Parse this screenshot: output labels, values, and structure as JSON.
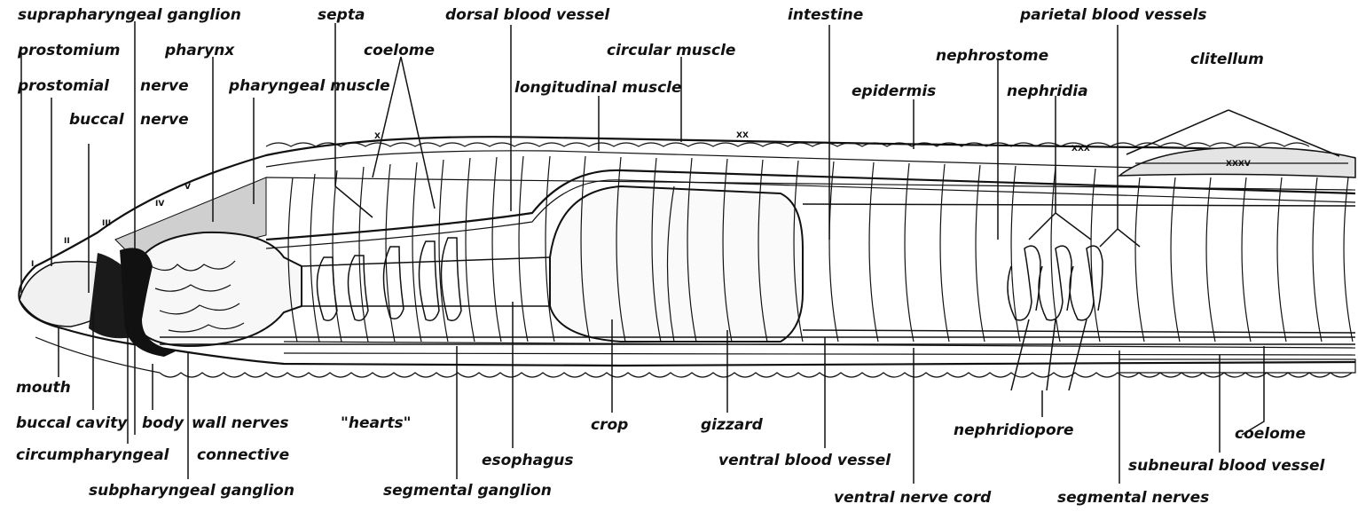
{
  "labels": {
    "suprapharyngeal_ganglion": "suprapharyngeal ganglion",
    "septa": "septa",
    "dorsal_blood_vessel": "dorsal blood vessel",
    "intestine": "intestine",
    "parietal_blood_vessels": "parietal blood vessels",
    "prostomium": "prostomium",
    "pharynx": "pharynx",
    "coelome_top": "coelome",
    "circular_muscle": "circular muscle",
    "nephrostome": "nephrostome",
    "clitellum": "clitellum",
    "prostomial": "prostomial",
    "nerve_1": "nerve",
    "pharyngeal_muscle": "pharyngeal muscle",
    "longitudinal_muscle": "longitudinal muscle",
    "epidermis": "epidermis",
    "nephridia": "nephridia",
    "buccal": "buccal",
    "nerve_2": "nerve",
    "mouth": "mouth",
    "buccal_cavity": "buccal cavity",
    "body": "body",
    "wall_nerves": "wall nerves",
    "hearts": "\"hearts\"",
    "crop": "crop",
    "gizzard": "gizzard",
    "nephridiopore": "nephridiopore",
    "coelome_bottom": "coelome",
    "circumpharyngeal": "circumpharyngeal",
    "connective": "connective",
    "esophagus": "esophagus",
    "ventral_blood_vessel": "ventral blood vessel",
    "subneural_blood_vessel": "subneural blood vessel",
    "subpharyngeal_ganglion": "subpharyngeal ganglion",
    "segmental_ganglion": "segmental ganglion",
    "ventral_nerve_cord": "ventral nerve cord",
    "segmental_nerves": "segmental nerves"
  },
  "segment_numbers": {
    "s1": "I",
    "s2": "II",
    "s3": "III",
    "s4": "IV",
    "s5": "V",
    "s10": "X",
    "s20": "XX",
    "s30": "XXX",
    "s35": "XXXV"
  }
}
